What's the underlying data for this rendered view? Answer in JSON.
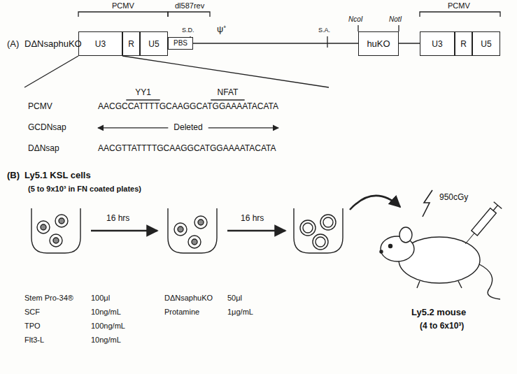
{
  "diagram": {
    "nodes": [
      {
        "text": [
          "U3"
        ]
      },
      {
        "text": [
          "R"
        ]
      },
      {
        "text": [
          "U5"
        ]
      },
      {
        "text": [
          "PBS"
        ]
      },
      {
        "text": [
          "huKO"
        ]
      },
      {
        "text": [
          "U3"
        ]
      },
      {
        "text": [
          "R"
        ]
      },
      {
        "text": [
          "U5"
        ]
      }
    ],
    "labels": [
      "PCMV",
      "dl587rev",
      "NcoI",
      "NotI",
      "PCMV",
      "(A)",
      "DΔNsaphuKO",
      "S.D.",
      "ψ⁺",
      "S.A.",
      "YY1",
      "NFAT",
      "PCMV",
      "AACGCCATTTTGCAAGGCATGGAAAATACATA",
      "GCDNsap",
      "Deleted",
      "DΔNsap",
      "AACGTTATTTTGCAAGGCATGGAAAATACATA",
      "(B)",
      "Ly5.1 KSL cells",
      "(5 to 9x10³ in FN coated plates)",
      "16 hrs",
      "16 hrs",
      "950cGy",
      "Ly5.2 mouse",
      "(4 to 6x10³)",
      "Stem Pro-34®",
      "100μl",
      "SCF",
      "10ng/mL",
      "TPO",
      "100ng/mL",
      "Flt3-L",
      "10ng/mL",
      "DΔNsaphuKO",
      "50μl",
      "Protamine",
      "1μg/mL"
    ]
  }
}
